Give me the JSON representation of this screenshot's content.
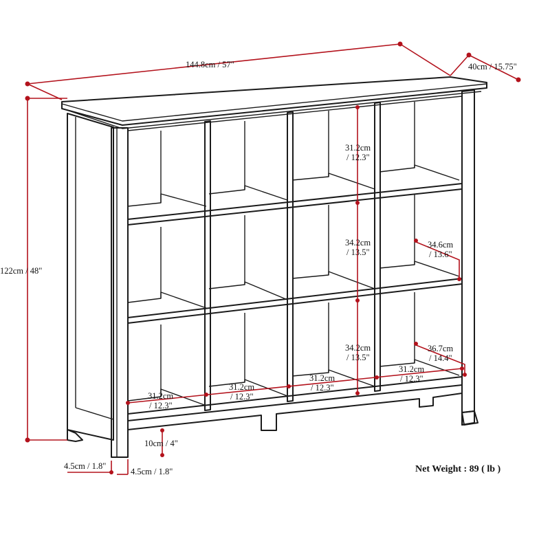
{
  "dimensions": {
    "width": "144.8cm / 57\"",
    "depth": "40cm / 15.75\"",
    "height": "122cm / 48\"",
    "leg_front": "4.5cm / 1.8\"",
    "leg_side": "4.5cm / 1.8\"",
    "clearance": "10cm / 4\"",
    "top_height_cm": "31.2cm",
    "top_height_in": "/ 12.3\"",
    "mid_height_cm": "34.2cm",
    "mid_height_in": "/ 13.5\"",
    "bottom_height_cm": "34.2cm",
    "bottom_height_in": "/ 13.5\"",
    "mid_depth_cm": "34.6cm",
    "mid_depth_in": "/ 13.6\"",
    "bottom_depth_cm": "36.7cm",
    "bottom_depth_in": "/ 14.4\"",
    "cube_width_cm": "31.2cm",
    "cube_width_in": "/ 12.3\""
  },
  "net_weight": "Net Weight : 89 ( lb )"
}
